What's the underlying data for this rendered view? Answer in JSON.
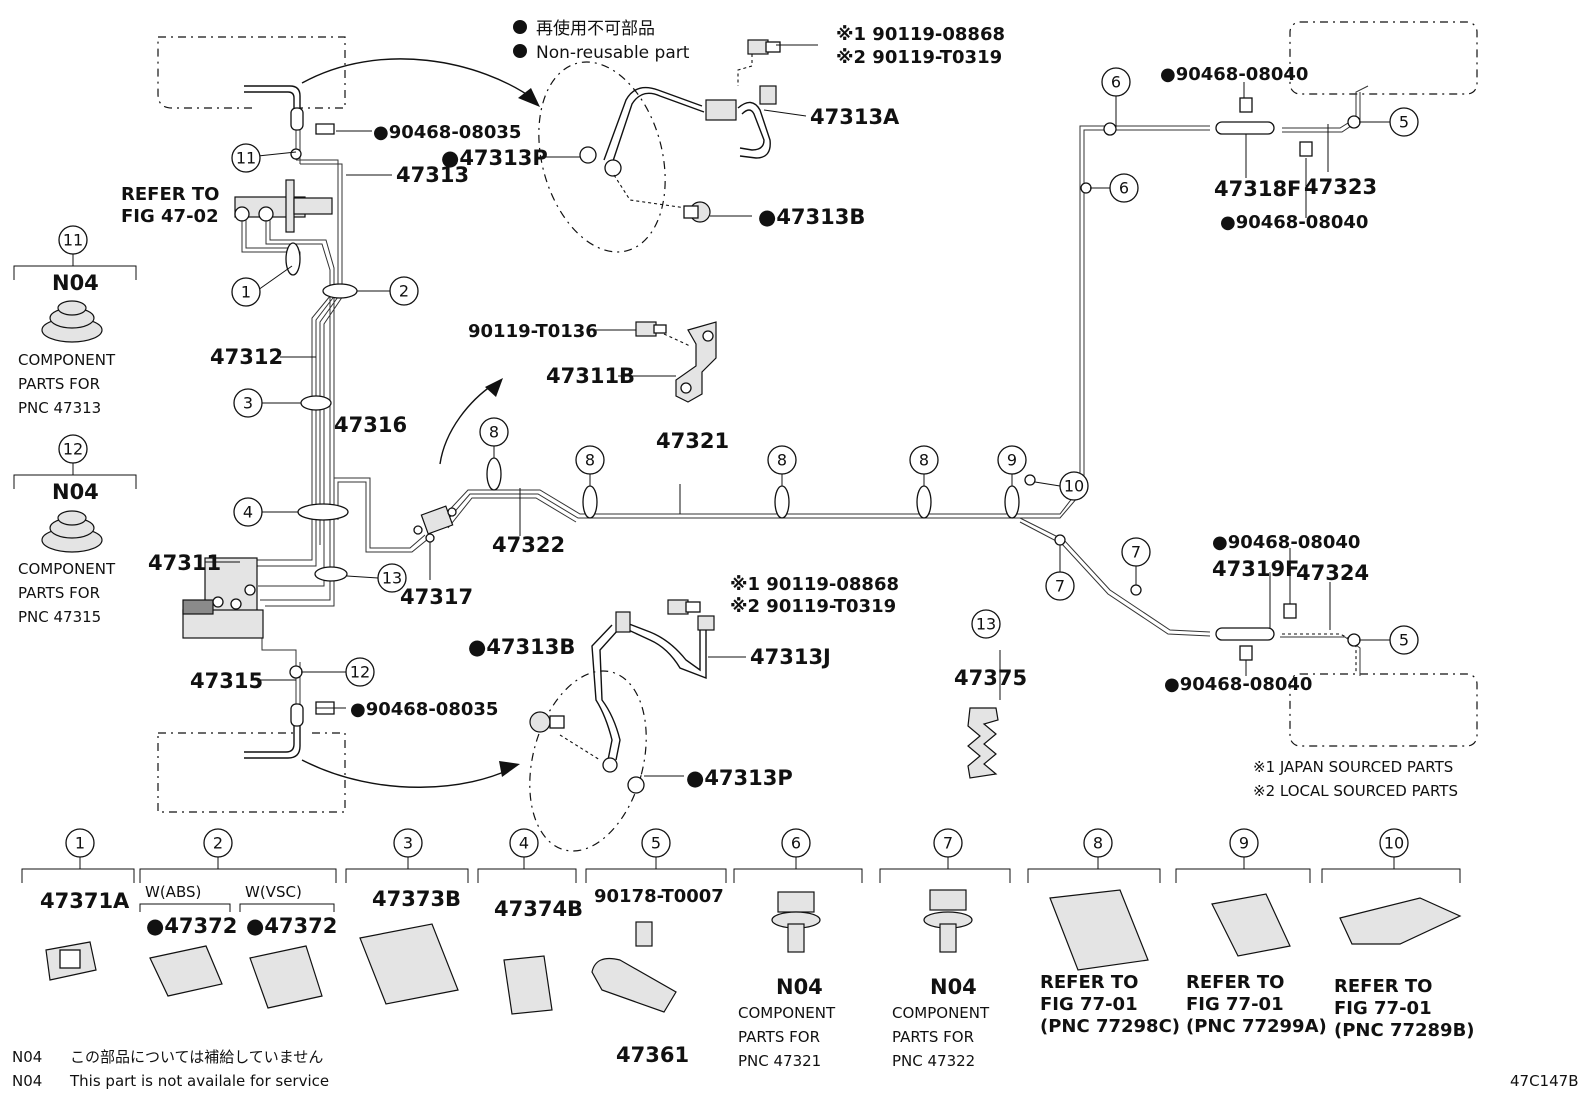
{
  "legend": {
    "jp_non_reusable": "再使用不可部品",
    "en_non_reusable": "Non-reusable part",
    "src1": "※1 JAPAN SOURCED PARTS",
    "src2": "※2 LOCAL SOURCED PARTS"
  },
  "parts_top": {
    "bolt_a1": "※1 90119-08868",
    "bolt_a2": "※2 90119-T0319",
    "p47313A": "47313A",
    "p47313P_top": "●47313P",
    "p47313B_top": "●47313B",
    "p90468_08035_top": "●90468-08035",
    "p47313": "47313",
    "refer_fig": "REFER TO",
    "refer_fig2": "FIG 47-02",
    "p47312": "47312",
    "p90119_T0136": "90119-T0136",
    "p47311B": "47311B",
    "p47316": "47316",
    "p47321": "47321",
    "p47322": "47322",
    "p47311": "47311",
    "p47317": "47317",
    "p47315": "47315",
    "p90468_08035_bot": "●90468-08035",
    "p47313B_bot": "●47313B",
    "bolt_b1": "※1 90119-08868",
    "bolt_b2": "※2 90119-T0319",
    "p47313J": "47313J",
    "p47313P_bot": "●47313P",
    "p47375": "47375",
    "p90468_08040_a": "●90468-08040",
    "p47318F": "47318F",
    "p47323": "47323",
    "p90468_08040_b": "●90468-08040",
    "p90468_08040_c": "●90468-08040",
    "p47319F": "47319F",
    "p47324": "47324",
    "p90468_08040_d": "●90468-08040"
  },
  "callouts": {
    "c1": "1",
    "c2": "2",
    "c3": "3",
    "c4": "4",
    "c5": "5",
    "c6": "6",
    "c7": "7",
    "c8": "8",
    "c9": "9",
    "c10": "10",
    "c11": "11",
    "c12": "12",
    "c13": "13"
  },
  "side_groups": {
    "n04": "N04",
    "comp1": "COMPONENT",
    "comp2": "PARTS FOR",
    "pnc47313": "PNC 47313",
    "pnc47315": "PNC 47315"
  },
  "bottom_row": {
    "b1_part": "47371A",
    "b2_abs": "W(ABS)",
    "b2_vsc": "W(VSC)",
    "b2_part": "●47372",
    "b3_part": "47373B",
    "b4_part": "47374B",
    "b5_top": "90178-T0007",
    "b5_bot": "47361",
    "b6_n04": "N04",
    "pnc47321": "PNC 47321",
    "b7_n04": "N04",
    "pnc47322": "PNC 47322",
    "refer": "REFER TO",
    "fig7701": "FIG 77-01",
    "pnc77298c": "(PNC 77298C)",
    "pnc77299a": "(PNC 77299A)",
    "pnc77289b": "(PNC 77289B)"
  },
  "footer": {
    "n04": "N04",
    "jp_note": "この部品については補給していません",
    "en_note": "This part is not availale for service",
    "code": "47C147B"
  }
}
